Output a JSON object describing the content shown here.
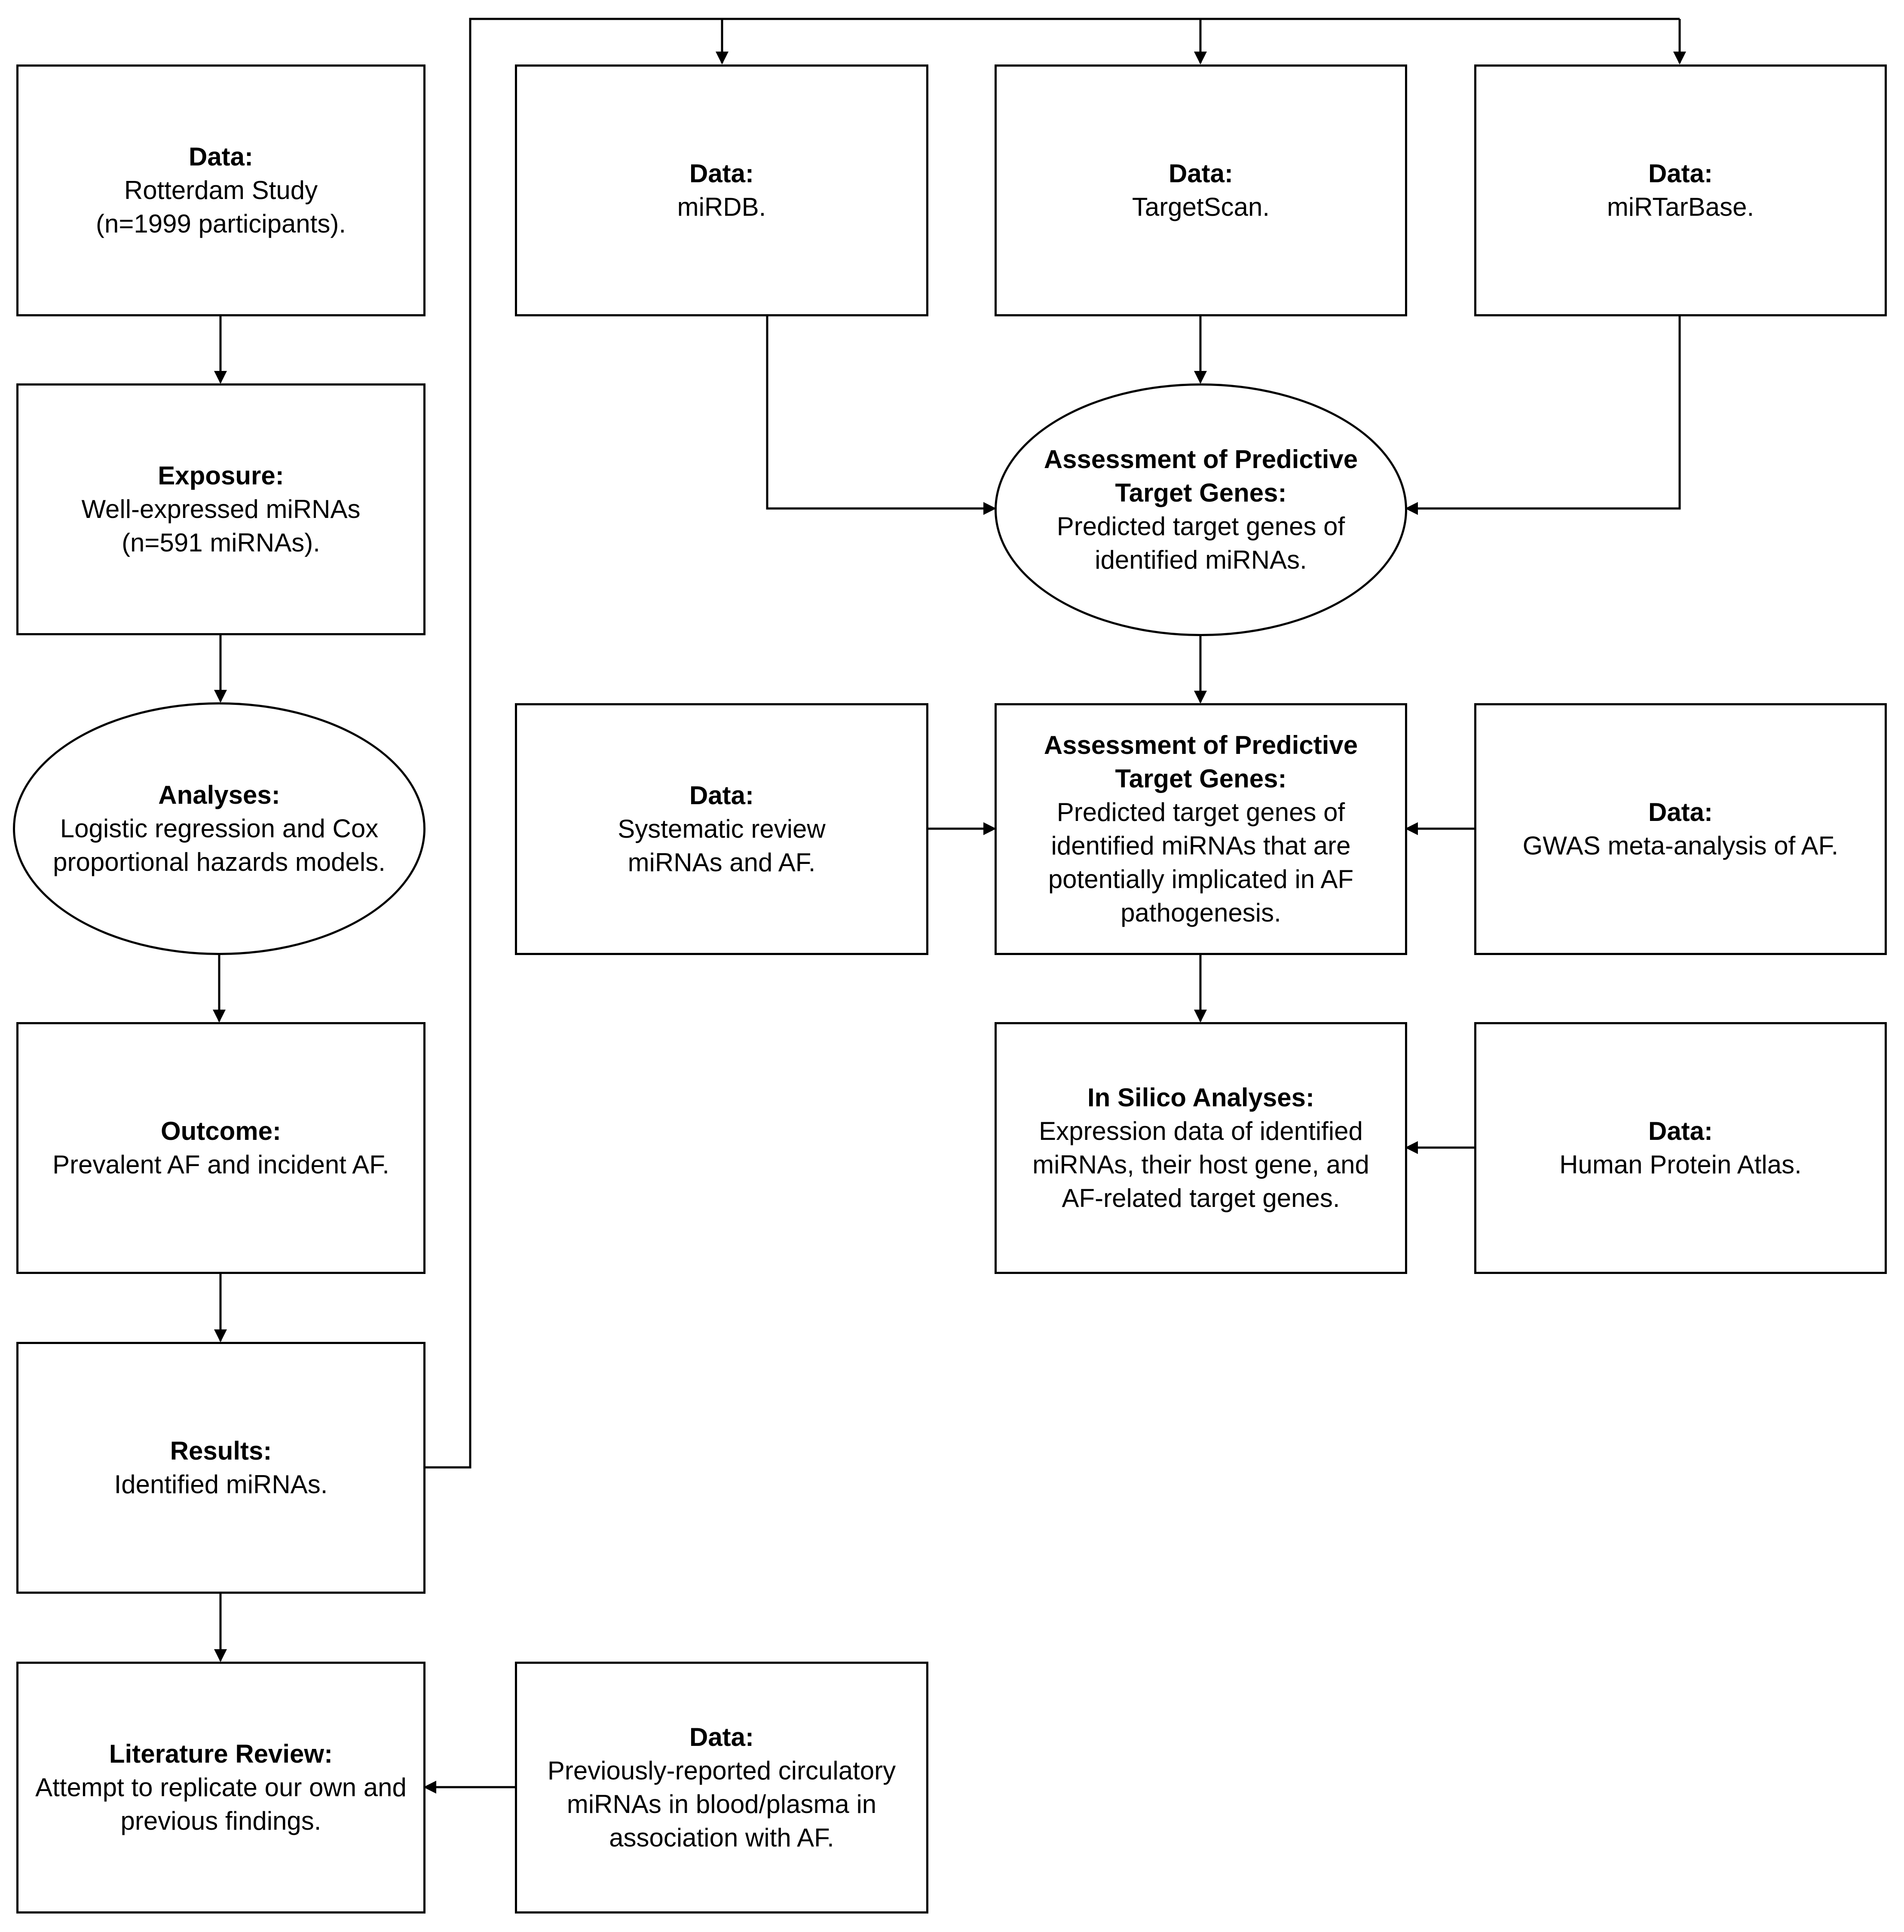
{
  "diagram": {
    "nodes": [
      {
        "id": "rotterdam",
        "title": "Data:",
        "text": "Rotterdam Study\n(n=1999 participants)."
      },
      {
        "id": "exposure",
        "title": "Exposure:",
        "text": "Well-expressed miRNAs\n(n=591 miRNAs)."
      },
      {
        "id": "analyses",
        "title": "Analyses:",
        "text": "Logistic regression and Cox\nproportional hazards models."
      },
      {
        "id": "outcome",
        "title": "Outcome:",
        "text": "Prevalent AF and incident AF."
      },
      {
        "id": "results",
        "title": "Results:",
        "text": "Identified miRNAs."
      },
      {
        "id": "literature",
        "title": "Literature Review:",
        "text": "Attempt to replicate our own and\nprevious findings."
      },
      {
        "id": "previous",
        "title": "Data:",
        "text": "Previously-reported circulatory\nmiRNAs in blood/plasma in\nassociation with AF."
      },
      {
        "id": "mirdb",
        "title": "Data:",
        "text": "miRDB."
      },
      {
        "id": "targetscan",
        "title": "Data:",
        "text": "TargetScan."
      },
      {
        "id": "mirtarbase",
        "title": "Data:",
        "text": "miRTarBase."
      },
      {
        "id": "assess1",
        "title": "Assessment of Predictive\nTarget Genes:",
        "text": "Predicted target genes of\nidentified miRNAs."
      },
      {
        "id": "sysreview",
        "title": "Data:",
        "text": "Systematic review\nmiRNAs and AF."
      },
      {
        "id": "assess2",
        "title": "Assessment of Predictive\nTarget Genes:",
        "text": "Predicted target genes of\nidentified miRNAs that are\npotentially implicated in AF\npathogenesis."
      },
      {
        "id": "gwas",
        "title": "Data:",
        "text": "GWAS meta-analysis of AF."
      },
      {
        "id": "insilico",
        "title": "In Silico Analyses:",
        "text": "Expression data of identified\nmiRNAs, their host gene, and\nAF-related target genes."
      },
      {
        "id": "hpa",
        "title": "Data:",
        "text": "Human Protein Atlas."
      }
    ],
    "edges": [
      {
        "from": "rotterdam",
        "to": "exposure"
      },
      {
        "from": "exposure",
        "to": "analyses"
      },
      {
        "from": "analyses",
        "to": "outcome"
      },
      {
        "from": "outcome",
        "to": "results"
      },
      {
        "from": "results",
        "to": "literature"
      },
      {
        "from": "previous",
        "to": "literature"
      },
      {
        "from": "results",
        "to": "mirdb"
      },
      {
        "from": "results",
        "to": "targetscan"
      },
      {
        "from": "results",
        "to": "mirtarbase"
      },
      {
        "from": "mirdb",
        "to": "assess1"
      },
      {
        "from": "targetscan",
        "to": "assess1"
      },
      {
        "from": "mirtarbase",
        "to": "assess1"
      },
      {
        "from": "assess1",
        "to": "assess2"
      },
      {
        "from": "sysreview",
        "to": "assess2"
      },
      {
        "from": "gwas",
        "to": "assess2"
      },
      {
        "from": "assess2",
        "to": "insilico"
      },
      {
        "from": "hpa",
        "to": "insilico"
      }
    ]
  }
}
